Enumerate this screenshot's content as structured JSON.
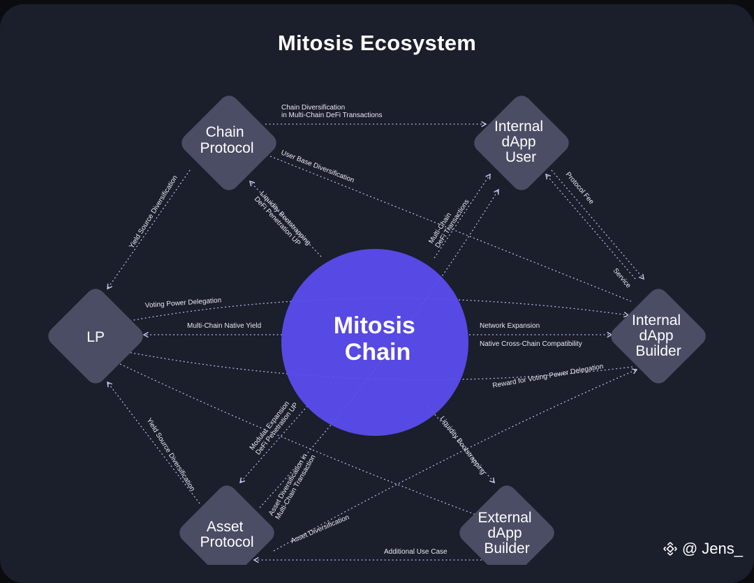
{
  "title": "Mitosis Ecosystem",
  "hub": {
    "lines": [
      "Mitosis",
      "Chain"
    ],
    "color": "#5b4cf2"
  },
  "nodes": [
    {
      "id": "chain_protocol",
      "lines": [
        "Chain",
        "Protocol"
      ]
    },
    {
      "id": "internal_user",
      "lines": [
        "Internal",
        "dApp",
        "User"
      ]
    },
    {
      "id": "lp",
      "lines": [
        "LP"
      ]
    },
    {
      "id": "internal_builder",
      "lines": [
        "Internal",
        "dApp",
        "Builder"
      ]
    },
    {
      "id": "asset_protocol",
      "lines": [
        "Asset",
        "Protocol"
      ]
    },
    {
      "id": "external_builder",
      "lines": [
        "External",
        "dApp",
        "Builder"
      ]
    }
  ],
  "edge_labels": {
    "chain_diversification": [
      "Chain Diversification",
      "in Multi-Chain DeFi Transactions"
    ],
    "user_base_diversification": [
      "User Base Diversification"
    ],
    "yield_source_diversification_top": [
      "Yield Source Diversification"
    ],
    "liquidity_bootstrapping_top": [
      "Liquidity Bootstrapping",
      "DeFi Penetration UP"
    ],
    "multichain_defi": [
      "Multi-Chain",
      "DeFi Transactions"
    ],
    "protocol_fee": [
      "Protocol Fee"
    ],
    "service": [
      "Service"
    ],
    "voting_power_delegation": [
      "Voting Power Delegation"
    ],
    "multichain_native_yield": [
      "Multi-Chain Native Yield"
    ],
    "network_expansion": [
      "Network Expansion"
    ],
    "native_crosschain": [
      "Native Cross-Chain Compatibility"
    ],
    "reward_voting": [
      "Reward for Voting Power Delegation"
    ],
    "yield_source_diversification_bottom": [
      "Yield Source Diversification"
    ],
    "modular_expansion": [
      "Modular Expansion",
      "DeFi Penetration UP"
    ],
    "asset_diversification_multichain": [
      "Asset Diversification in",
      "Multi-Chain Transaction"
    ],
    "liquidity_bootstrapping_bottom": [
      "Liquidity Bootstrapping"
    ],
    "asset_diversification": [
      "Asset Diversification"
    ],
    "additional_use_case": [
      "Additional Use Case"
    ]
  },
  "watermark": {
    "text": "@ Jens_",
    "icon": "binance-logo-icon"
  },
  "colors": {
    "background": "#1b1e2b",
    "node": "#4a4d64",
    "edge": "#b4b8e0"
  }
}
